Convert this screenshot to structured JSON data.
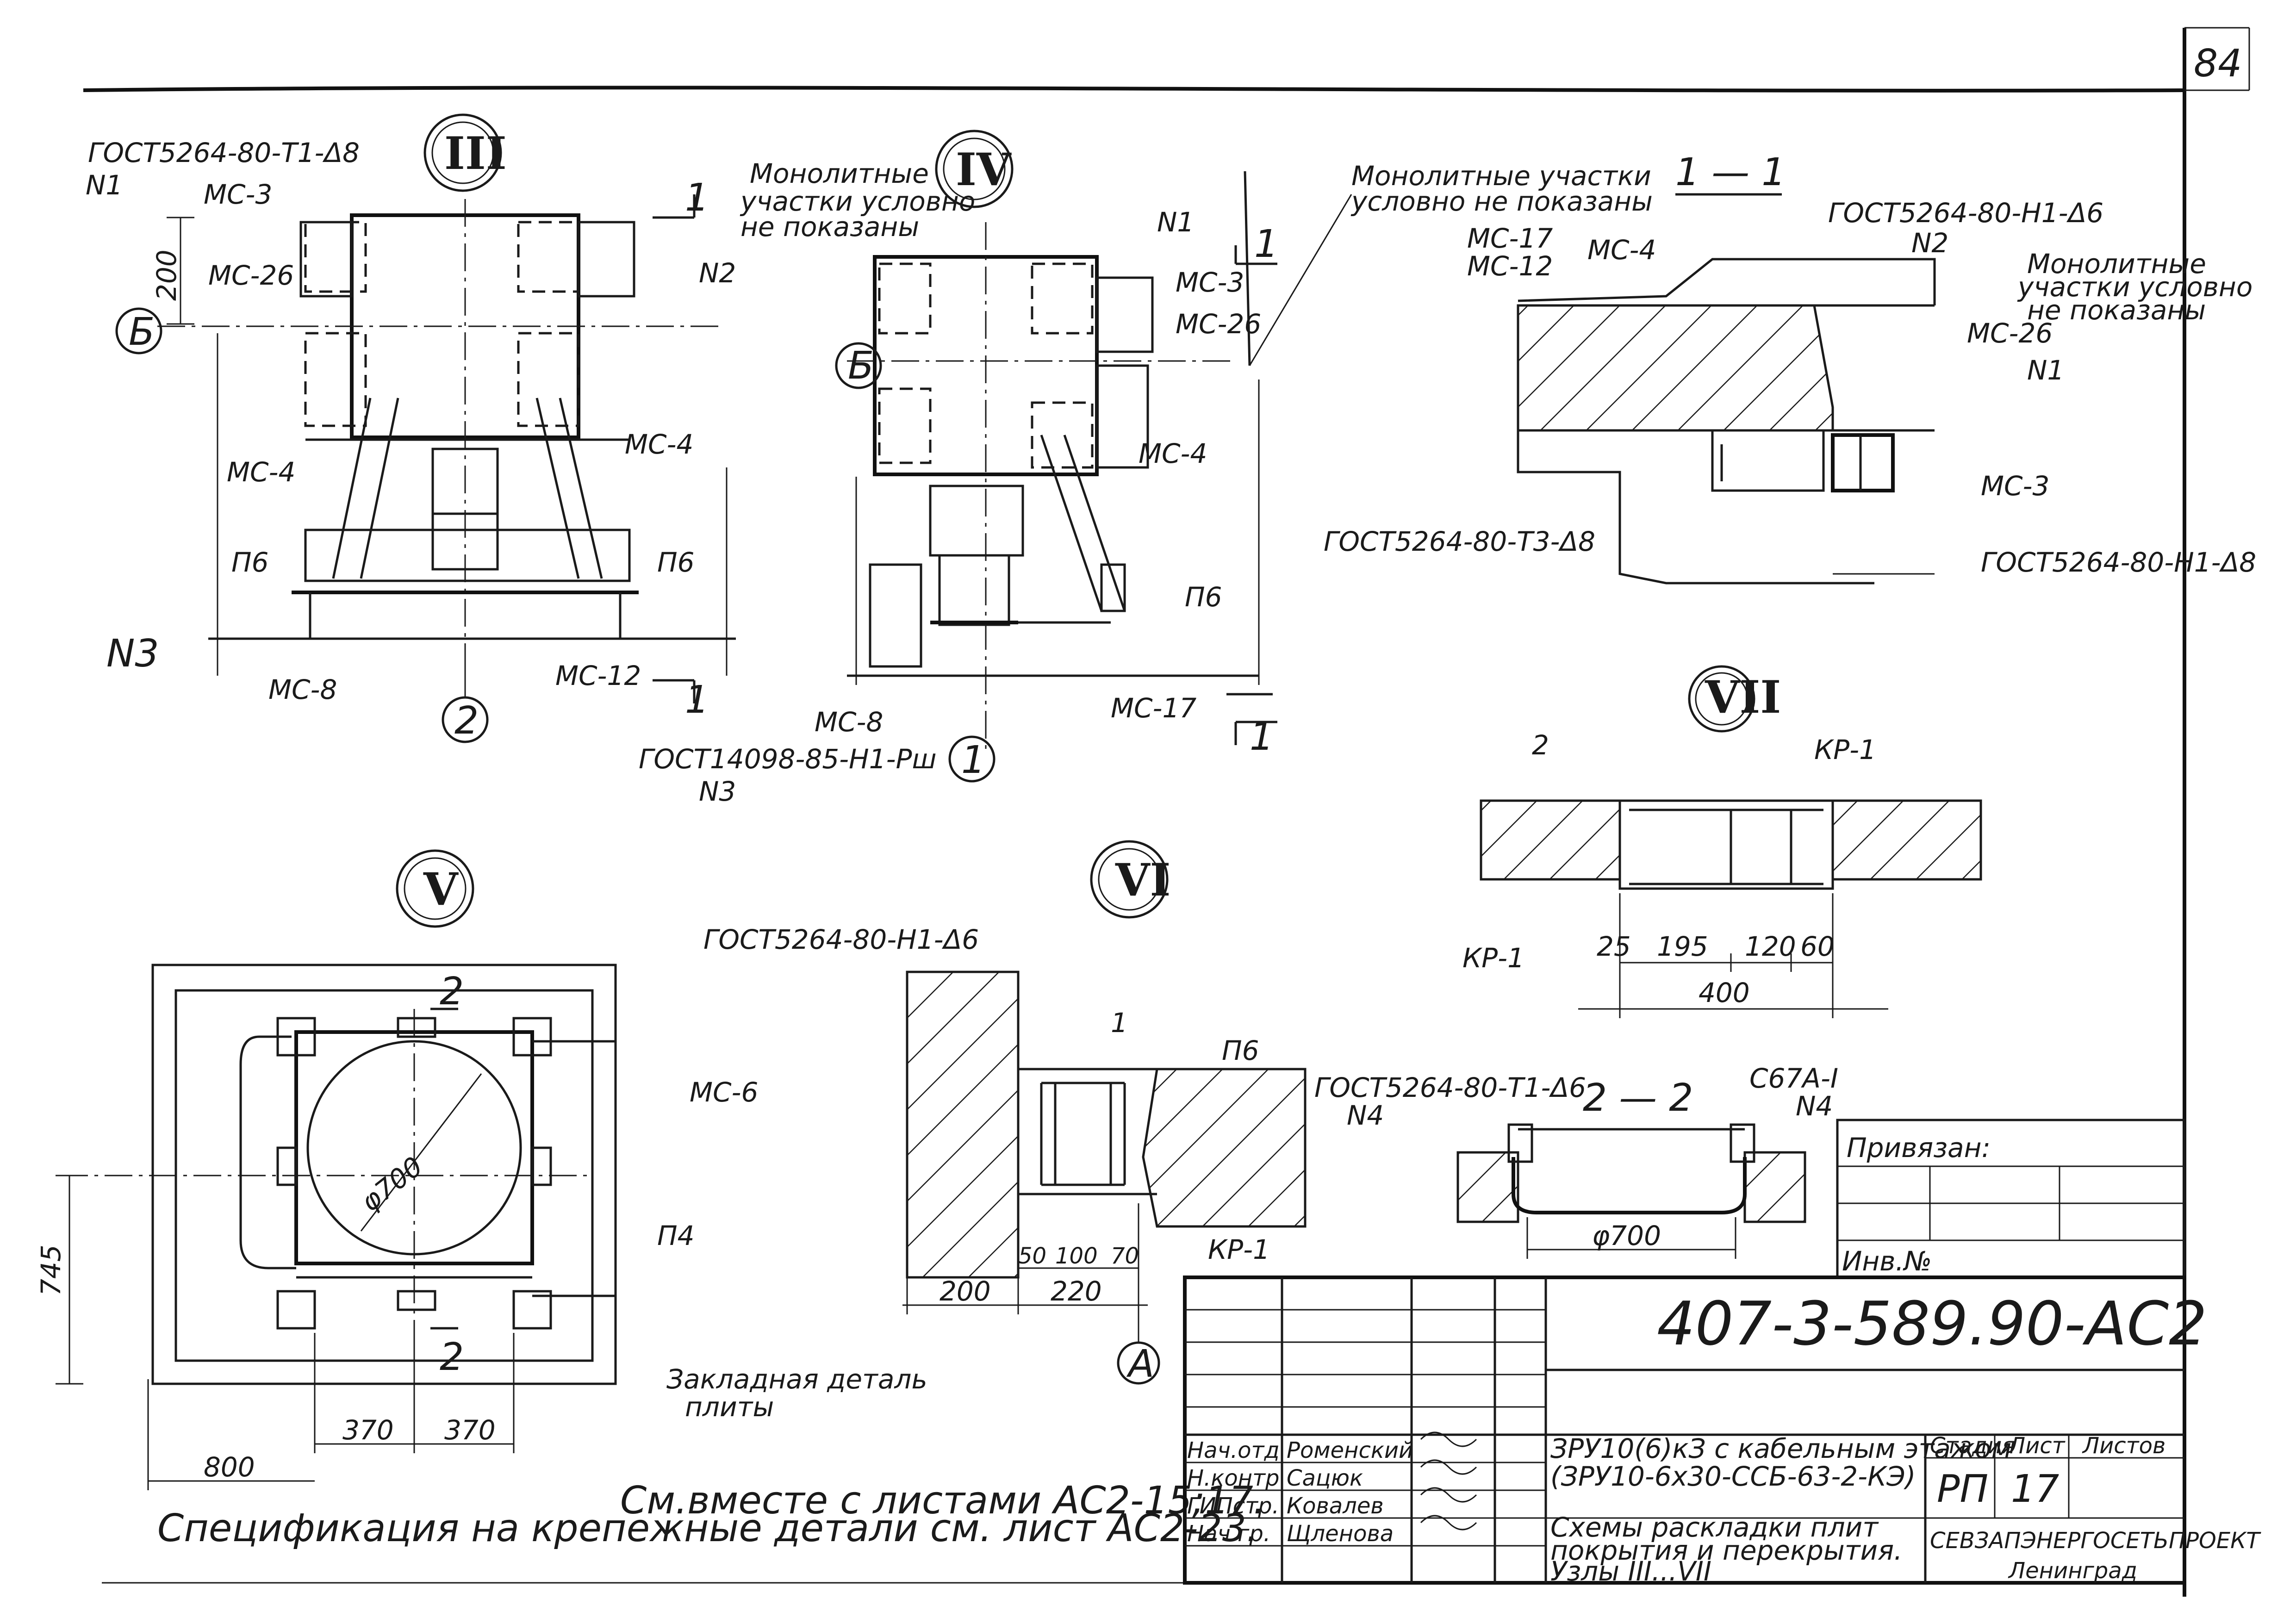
{
  "sheet_number": "84",
  "nodes": {
    "III": {
      "label": "III",
      "gost_top": "ГОСТ5264-80-Т1-Δ8",
      "n1": "N1",
      "monolith_line1": "Монолитные",
      "monolith_line2": "участки условно",
      "monolith_line3": "не показаны",
      "mc3": "МС-3",
      "mc26": "МС-26",
      "n2": "N2",
      "dim200": "200",
      "axis_b": "Б",
      "mc4_left": "МС-4",
      "mc4_right": "МС-4",
      "p6_left": "П6",
      "p6_right": "П6",
      "n3": "N3",
      "mc8": "МС-8",
      "mc12": "МС-12",
      "axis_2": "2",
      "gost_bottom": "ГОСТ14098-85-Н1-Рш",
      "n3_bottom": "N3",
      "section_1_top": "1",
      "section_1_bot": "1"
    },
    "IV": {
      "label": "IV",
      "n1": "N1",
      "mc3": "МС-3",
      "mc26": "МС-26",
      "axis_b": "Б",
      "mc4": "МС-4",
      "p6": "П6",
      "mc8": "МС-8",
      "mc17": "МС-17",
      "axis_1": "1",
      "section_1_top": "1",
      "section_1_bot": "1"
    },
    "monolith_note_line1": "Монолитные участки",
    "monolith_note_line2": "условно не показаны",
    "section11": {
      "title": "1 — 1",
      "gost_h1_d6": "ГОСТ5264-80-Н1-Δ6",
      "n2": "N2",
      "mc17": "МС-17",
      "mc12": "МС-12",
      "mc4": "МС-4",
      "monolith_line1": "Монолитные",
      "monolith_line2": "участки условно",
      "monolith_line3": "не показаны",
      "mc26": "МС-26",
      "n1": "N1",
      "mc3": "МС-3",
      "gost_t3": "ГОСТ5264-80-Т3-Δ8",
      "gost_h1_d8": "ГОСТ5264-80-Н1-Δ8"
    },
    "VII": {
      "label": "VII",
      "ref2": "2",
      "kp1_top": "КР-1",
      "kp1_bottom": "КР-1",
      "dims": [
        "25",
        "195",
        "120",
        "60"
      ],
      "total": "400"
    },
    "V": {
      "label": "V",
      "gost": "ГОСТ5264-80-Н1-Δ6",
      "mc6": "МС-6",
      "phi": "φ700",
      "p4": "П4",
      "sec2_top": "2",
      "sec2_bot": "2",
      "dim745": "745",
      "dim370a": "370",
      "dim370b": "370",
      "dim800": "800",
      "embed_line1": "Закладная деталь",
      "embed_line2": "плиты"
    },
    "VI": {
      "label": "VI",
      "ref1": "1",
      "p6": "П6",
      "gost": "ГОСТ5264-80-Т1-Δ6",
      "n4": "N4",
      "kp1": "КР-1",
      "dims": [
        "50",
        "100",
        "70"
      ],
      "dim200": "200",
      "dim220": "220",
      "axis_a": "А"
    },
    "section22": {
      "title": "2 — 2",
      "c67": "С67А-I",
      "n4": "N4",
      "phi": "φ700"
    }
  },
  "notes": {
    "see_together": "См.вместе с листами АС2-15;17.",
    "spec": "Спецификация на крепежные детали см. лист АС2-23."
  },
  "privyazan": "Привязан:",
  "inv": "Инв.№",
  "title_block": {
    "code": "407-3-589.90-АС2",
    "project_line1": "ЗРУ10(6)кЗ с кабельным этажом",
    "project_line2": "(ЗРУ10-6х30-ССБ-63-2-КЭ)",
    "stage_hdr": "Стадия",
    "sheet_hdr": "Лист",
    "sheets_hdr": "Листов",
    "stage": "РП",
    "sheet": "17",
    "desc_line1": "Схемы раскладки плит",
    "desc_line2": "покрытия и перекрытия.",
    "desc_line3": "Узлы III...VII",
    "org": "СЕВЗАПЭНЕРГОСЕТЬПРОЕКТ",
    "city": "Ленинград",
    "roles": [
      {
        "role": "Нач.отд",
        "name": "Роменский"
      },
      {
        "role": "Н.контр",
        "name": "Сацюк"
      },
      {
        "role": "ГИПстр.",
        "name": "Ковалев"
      },
      {
        "role": "Нач.гр.",
        "name": "Щленова"
      }
    ]
  }
}
